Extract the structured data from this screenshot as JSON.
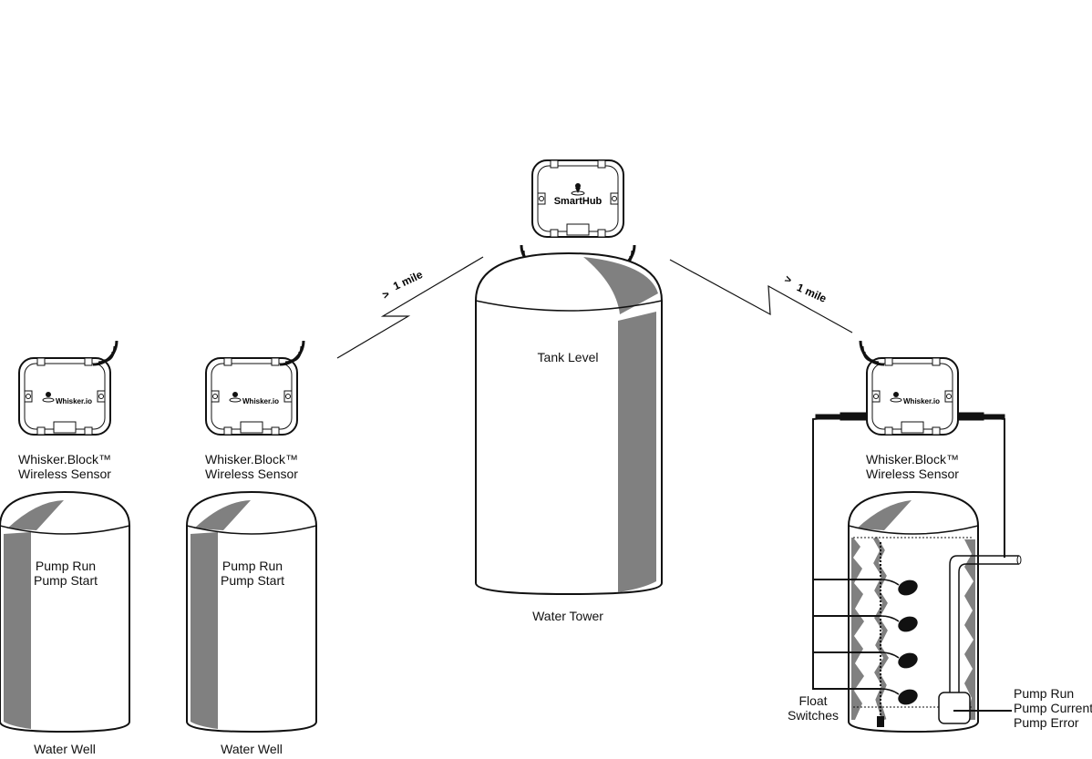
{
  "hub": {
    "name": "SmartHub"
  },
  "links": [
    {
      "distance_prefix": ">",
      "distance": "1 mile"
    },
    {
      "distance_prefix": ">",
      "distance": "1 mile"
    }
  ],
  "sensors": [
    {
      "brand": "Whisker.io",
      "line1": "Whisker.Block™",
      "line2": "Wireless Sensor"
    },
    {
      "brand": "Whisker.io",
      "line1": "Whisker.Block™",
      "line2": "Wireless Sensor"
    },
    {
      "brand": "Whisker.io",
      "line1": "Whisker.Block™",
      "line2": "Wireless Sensor"
    }
  ],
  "wells": [
    {
      "signal1": "Pump Run",
      "signal2": "Pump Start",
      "name": "Water Well"
    },
    {
      "signal1": "Pump Run",
      "signal2": "Pump Start",
      "name": "Water Well"
    },
    {
      "name": ""
    }
  ],
  "tower": {
    "signal": "Tank Level",
    "name": "Water Tower"
  },
  "float_label": {
    "line1": "Float",
    "line2": "Switches"
  },
  "pump_signals": {
    "line1": "Pump Run",
    "line2": "Pump Current",
    "line3": "Pump Error"
  }
}
